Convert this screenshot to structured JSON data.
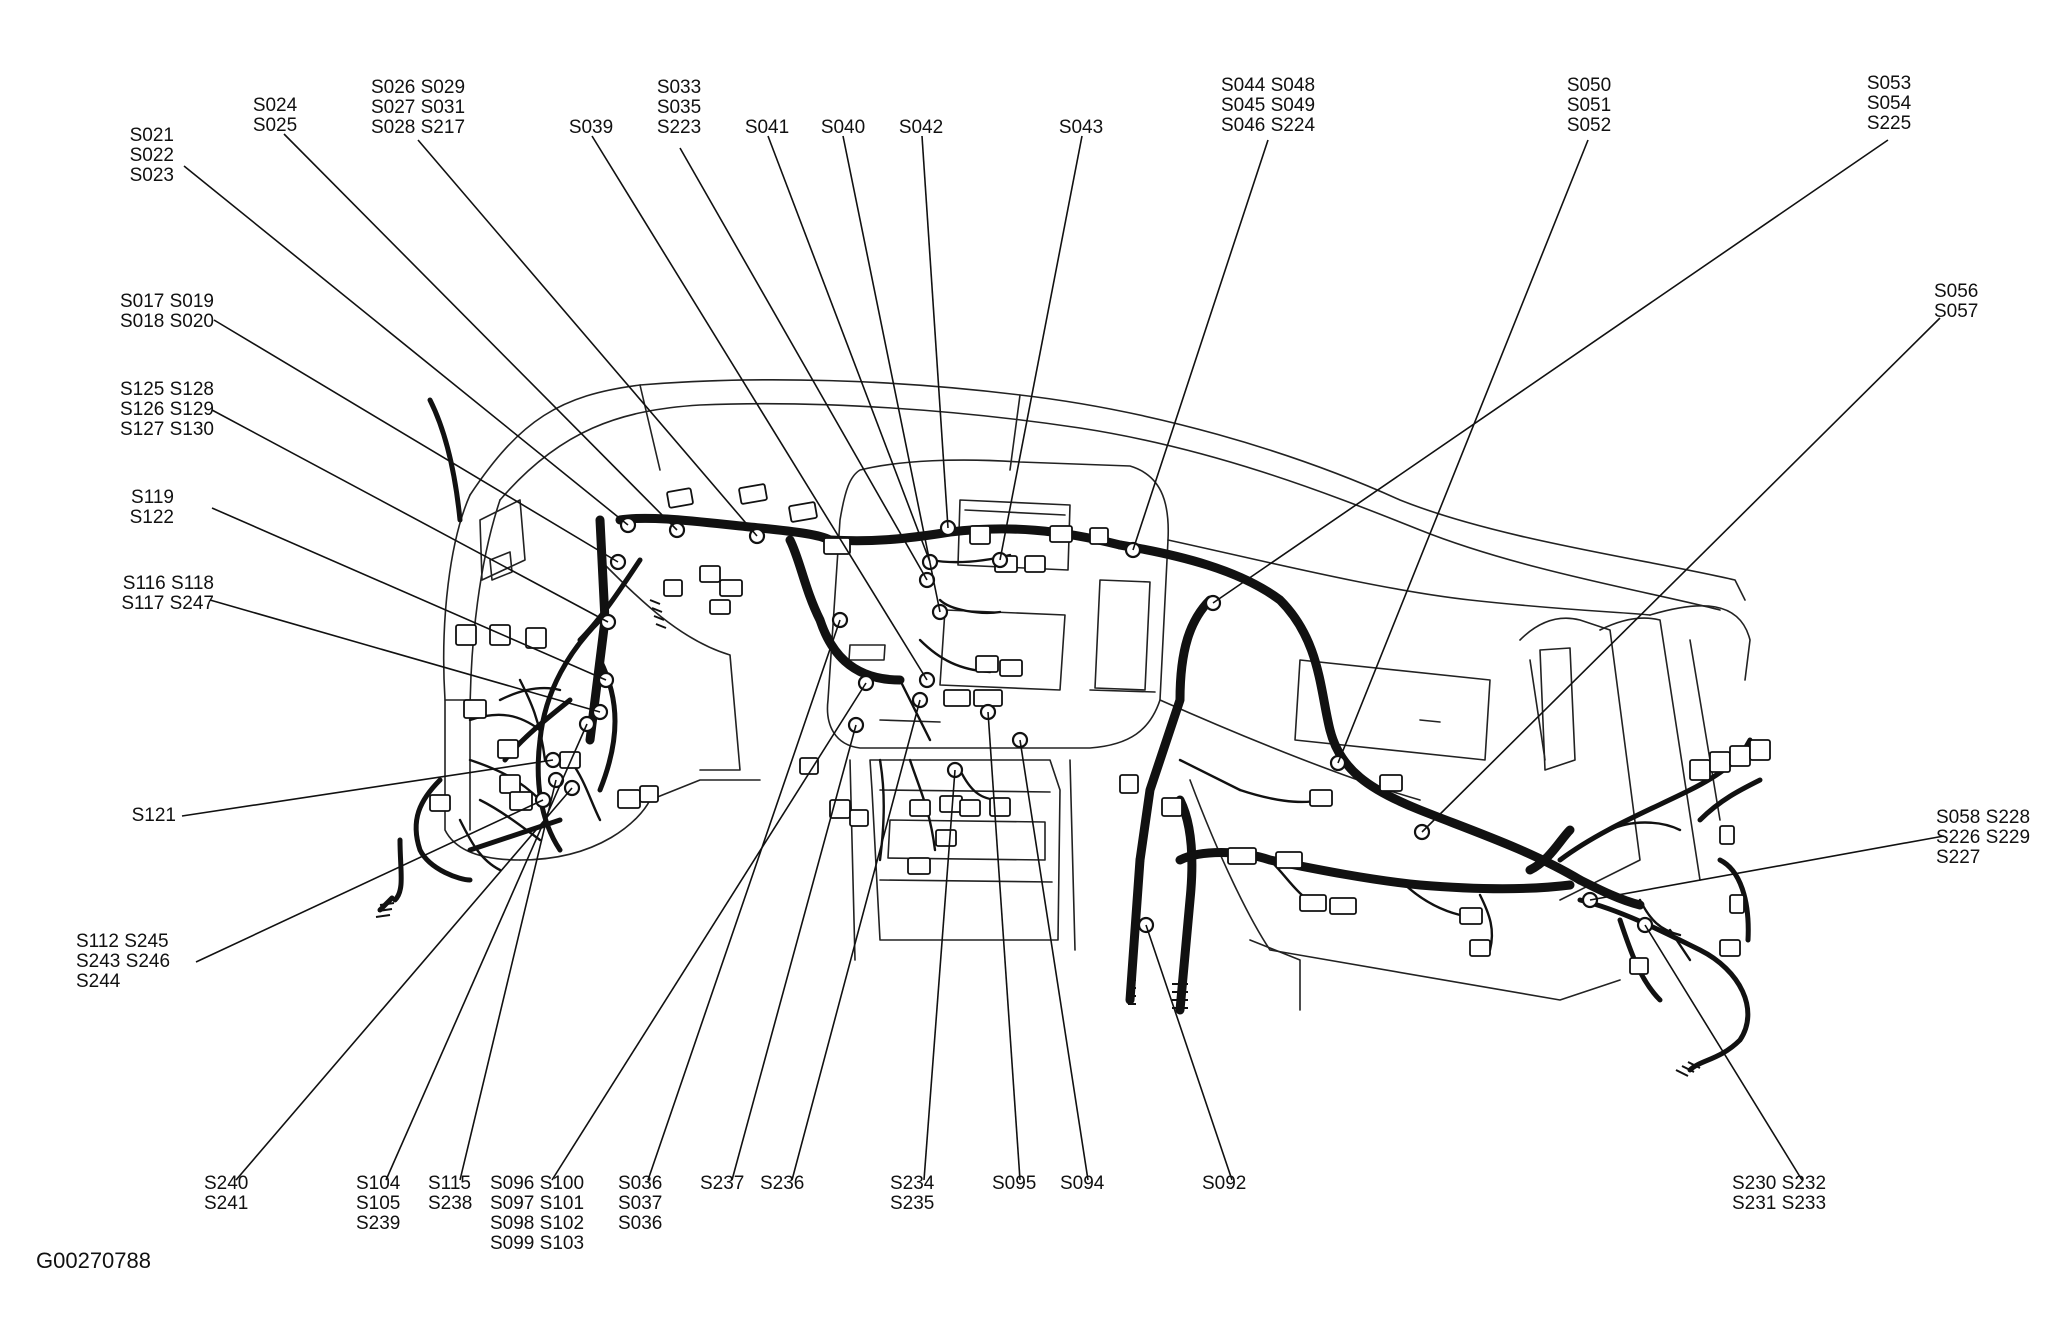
{
  "figure_id": "G00270788",
  "callouts": [
    {
      "id": "c01",
      "lines": [
        "S021",
        "S022",
        "S023"
      ]
    },
    {
      "id": "c02",
      "lines": [
        "S024",
        "S025"
      ]
    },
    {
      "id": "c03",
      "lines": [
        "S026 S029",
        "S027 S031",
        "S028 S217"
      ]
    },
    {
      "id": "c04",
      "lines": [
        "S039"
      ]
    },
    {
      "id": "c05",
      "lines": [
        "S033",
        "S035",
        "S223"
      ]
    },
    {
      "id": "c06",
      "lines": [
        "S041"
      ]
    },
    {
      "id": "c07",
      "lines": [
        "S040"
      ]
    },
    {
      "id": "c08",
      "lines": [
        "S042"
      ]
    },
    {
      "id": "c09",
      "lines": [
        "S043"
      ]
    },
    {
      "id": "c10",
      "lines": [
        "S044 S048",
        "S045 S049",
        "S046 S224"
      ]
    },
    {
      "id": "c11",
      "lines": [
        "S050",
        "S051",
        "S052"
      ]
    },
    {
      "id": "c12",
      "lines": [
        "S053",
        "S054",
        "S225"
      ]
    },
    {
      "id": "c13",
      "lines": [
        "S056",
        "S057"
      ]
    },
    {
      "id": "c14",
      "lines": [
        "S017 S019",
        "S018 S020"
      ]
    },
    {
      "id": "c15",
      "lines": [
        "S125 S128",
        "S126 S129",
        "S127 S130"
      ]
    },
    {
      "id": "c16",
      "lines": [
        "S119",
        "S122"
      ]
    },
    {
      "id": "c17",
      "lines": [
        "S116 S118",
        "S117 S247"
      ]
    },
    {
      "id": "c18",
      "lines": [
        "S121"
      ]
    },
    {
      "id": "c19",
      "lines": [
        "S112 S245",
        "S243 S246",
        "S244"
      ]
    },
    {
      "id": "c20",
      "lines": [
        "S058 S228",
        "S226 S229",
        "S227"
      ]
    },
    {
      "id": "c21",
      "lines": [
        "S240",
        "S241"
      ]
    },
    {
      "id": "c22",
      "lines": [
        "S104",
        "S105",
        "S239"
      ]
    },
    {
      "id": "c23",
      "lines": [
        "S115",
        "S238"
      ]
    },
    {
      "id": "c24",
      "lines": [
        "S096 S100",
        "S097 S101",
        "S098 S102",
        "S099 S103"
      ]
    },
    {
      "id": "c25",
      "lines": [
        "S036",
        "S037",
        "S036"
      ]
    },
    {
      "id": "c26",
      "lines": [
        "S237"
      ]
    },
    {
      "id": "c27",
      "lines": [
        "S236"
      ]
    },
    {
      "id": "c28",
      "lines": [
        "S234",
        "S235"
      ]
    },
    {
      "id": "c29",
      "lines": [
        "S095"
      ]
    },
    {
      "id": "c30",
      "lines": [
        "S094"
      ]
    },
    {
      "id": "c31",
      "lines": [
        "S092"
      ]
    },
    {
      "id": "c32",
      "lines": [
        "S230 S232",
        "S231 S233"
      ]
    }
  ]
}
